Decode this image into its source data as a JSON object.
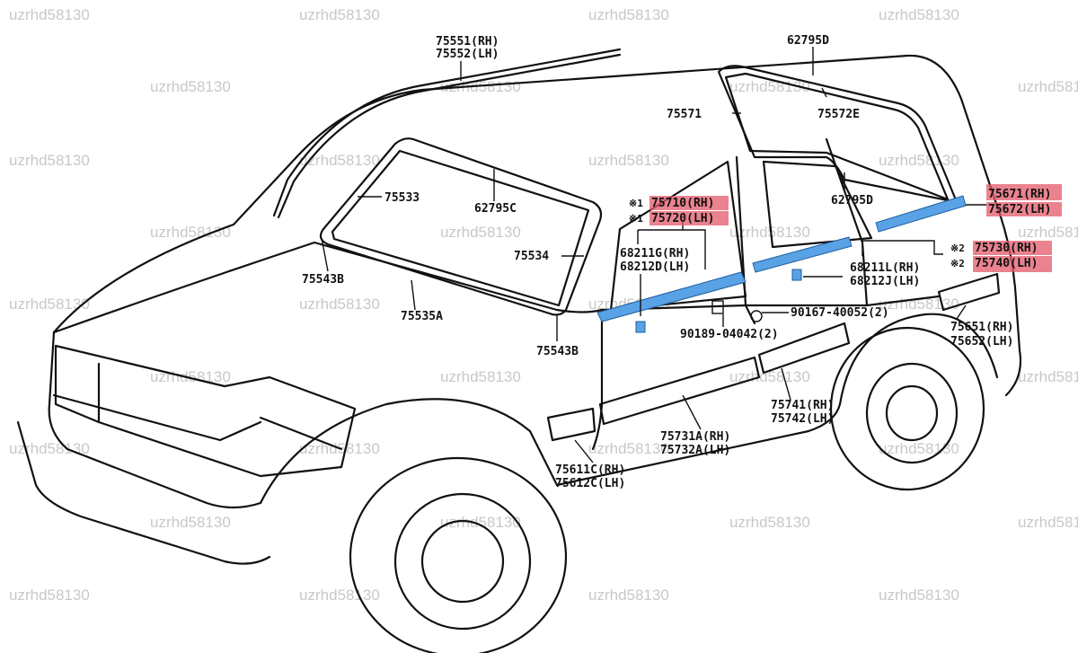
{
  "watermark": "uzrhd58130",
  "parts": {
    "p75551": "75551(RH)",
    "p75552": "75552(LH)",
    "p62795D_top": "62795D",
    "p75571": "75571",
    "p75572E": "75572E",
    "p75533": "75533",
    "p62795C": "62795C",
    "p62795D_mid": "62795D",
    "p75710": "75710(RH)",
    "p75720": "75720(LH)",
    "mark1a": "※1",
    "mark1b": "※1",
    "p75671": "75671(RH)",
    "p75672": "75672(LH)",
    "p75534": "75534",
    "p68211G": "68211G(RH)",
    "p68212D": "68212D(LH)",
    "p75730": "75730(RH)",
    "p75740": "75740(LH)",
    "mark2a": "※2",
    "mark2b": "※2",
    "p68211L": "68211L(RH)",
    "p68212J": "68212J(LH)",
    "p75543B_a": "75543B",
    "p75535A": "75535A",
    "p90167": "90167-40052(2)",
    "p90189": "90189-04042(2)",
    "p75543B_b": "75543B",
    "p75651": "75651(RH)",
    "p75652": "75652(LH)",
    "p75741": "75741(RH)",
    "p75742": "75742(LH)",
    "p75731A": "75731A(RH)",
    "p75732A": "75732A(LH)",
    "p75611C": "75611C(RH)",
    "p75612C": "75612C(LH)"
  },
  "colors": {
    "highlight_red": "#e35a6a",
    "highlight_blue": "#5aa2e6",
    "line": "#111111"
  }
}
